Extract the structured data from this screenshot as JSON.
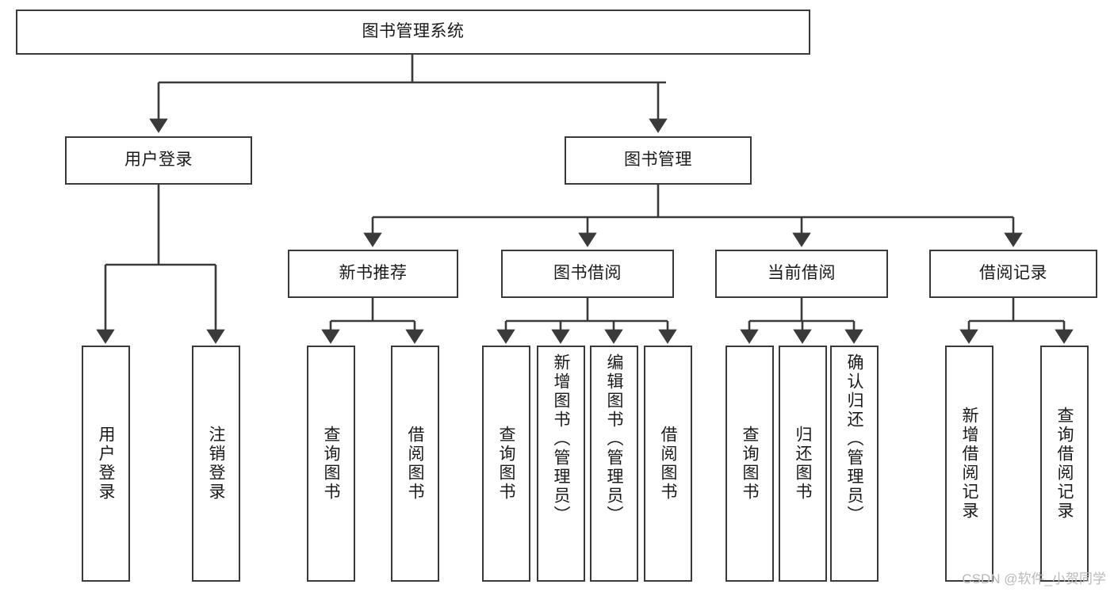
{
  "diagram": {
    "type": "tree-hierarchy",
    "title": "图书管理系统",
    "root": {
      "label": "图书管理系统"
    },
    "level1": [
      {
        "label": "用户登录"
      },
      {
        "label": "图书管理"
      }
    ],
    "level2": [
      {
        "label": "新书推荐"
      },
      {
        "label": "图书借阅"
      },
      {
        "label": "当前借阅"
      },
      {
        "label": "借阅记录"
      }
    ],
    "leaves": {
      "user_login": [
        {
          "label": "用户登录"
        },
        {
          "label": "注销登录"
        }
      ],
      "new_book_recommend": [
        {
          "label": "查询图书"
        },
        {
          "label": "借阅图书"
        }
      ],
      "book_borrow": [
        {
          "label": "查询图书"
        },
        {
          "label": "新增图书（管理员）"
        },
        {
          "label": "编辑图书（管理员）"
        },
        {
          "label": "借阅图书"
        }
      ],
      "current_borrow": [
        {
          "label": "查询图书"
        },
        {
          "label": "归还图书"
        },
        {
          "label": "确认归还（管理员）"
        }
      ],
      "borrow_record": [
        {
          "label": "新增借阅记录"
        },
        {
          "label": "查询借阅记录"
        }
      ]
    }
  },
  "watermark": {
    "text": "CSDN @软件_小贺同学"
  },
  "colors": {
    "border": "#3a3a3a",
    "background": "#ffffff",
    "text": "#1a1a1a",
    "watermark": "#b9b9b9"
  }
}
